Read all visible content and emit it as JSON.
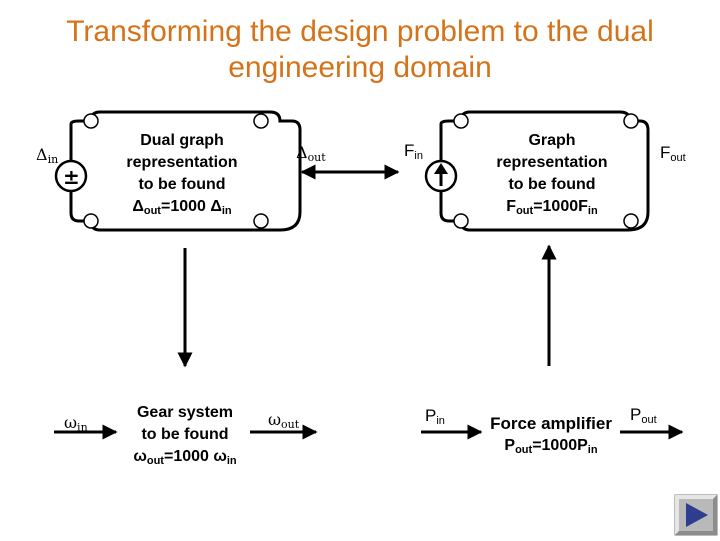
{
  "title": {
    "line1": "Transforming the design problem to the dual",
    "line2": "engineering domain"
  },
  "colors": {
    "title": "#d4731a",
    "ink": "#000000",
    "nav_button": "#b9b9b9",
    "nav_arrow": "#2e3d8f"
  },
  "dual_graph": {
    "line1": "Dual graph",
    "line2": "representation",
    "line3": "to be found",
    "eq_lhs": "Δ",
    "eq_lhs_sub": "out",
    "eq_rhs": "=1000 Δ",
    "eq_rhs_sub": "in",
    "source_symbol": "±",
    "in_label": "Δ",
    "in_sub": "in",
    "out_label": "Δ",
    "out_sub": "out"
  },
  "graph": {
    "line1": "Graph",
    "line2": "representation",
    "line3": "to be found",
    "eq_lhs": "F",
    "eq_lhs_sub": "out",
    "eq_rhs": "=1000F",
    "eq_rhs_sub": "in",
    "source_icon": "up-arrow-icon",
    "in_label": "F",
    "in_sub": "in",
    "out_label": "F",
    "out_sub": "out"
  },
  "gear": {
    "line1": "Gear system",
    "line2": "to be found",
    "eq_lhs": "ω",
    "eq_lhs_sub": "out",
    "eq_rhs": "=1000 ω",
    "eq_rhs_sub": "in",
    "in_label": "ω",
    "in_sub": "in",
    "out_label": "ω",
    "out_sub": "out"
  },
  "amplifier": {
    "line1": "Force amplifier",
    "eq_lhs": "P",
    "eq_lhs_sub": "out",
    "eq_rhs": "=1000P",
    "eq_rhs_sub": "in",
    "in_label": "P",
    "in_sub": "in",
    "out_label": "P",
    "out_sub": "out"
  },
  "nav": {
    "icon": "play-next-icon"
  }
}
